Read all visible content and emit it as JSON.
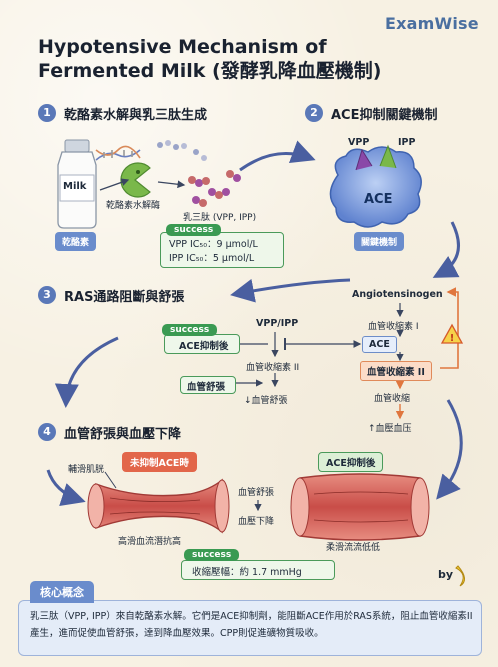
{
  "brand": "ExamWise",
  "title": "Hypotensive Mechanism of Fermented Milk (發酵乳降血壓機制)",
  "steps": [
    {
      "num": "1",
      "title": "乾酪素水解與乳三肽生成"
    },
    {
      "num": "2",
      "title": "ACE抑制關鍵機制"
    },
    {
      "num": "3",
      "title": "RAS通路阻斷與舒張"
    },
    {
      "num": "4",
      "title": "血管舒張與血壓下降"
    }
  ],
  "s1": {
    "milk": "Milk",
    "casein_tag": "乾酪素",
    "enzyme": "乾酪素水解酶",
    "peptide": "乳三肽 (VPP, IPP)",
    "success": "success",
    "vpp": "VPP IC₅₀：9 μmol/L",
    "ipp": "IPP IC₅₀：5 μmol/L"
  },
  "s2": {
    "vpp": "VPP",
    "ipp": "IPP",
    "ace": "ACE",
    "tag": "關鍵機制"
  },
  "s3": {
    "success": "success",
    "inhibit": "ACE抑制後",
    "vpp_ipp": "VPP/IPP",
    "angiotensin2_left": "血管收縮素 II",
    "vasodilation": "血管舒張",
    "bp_down": "↓血管舒張",
    "angiotensinogen": "Angiotensinogen",
    "angiotensin1": "血管收縮素 I",
    "ace": "ACE",
    "angiotensin2_right": "血管收縮素 II",
    "vasoconstriction": "血管收縮",
    "bp_up": "↑血壓血压"
  },
  "s4": {
    "before_tag": "未抑制ACE時",
    "after_tag": "ACE抑制後",
    "muscle": "輔滑肌胱",
    "mid1": "血管舒張",
    "mid2": "血壓下降",
    "left_caption": "高滑血流潛抗高",
    "right_caption": "柔滑流流低低",
    "success": "success",
    "result": "收縮壓幅：約 1.7 mmHg"
  },
  "core": {
    "tab": "核心概念",
    "text": "乳三肽（VPP, IPP）來自乾酪素水解。它們是ACE抑制劑，能阻斷ACE作用於RAS系統，阻止血管收縮素II產生，進而促使血管舒張，達到降血壓效果。CPP則促進礦物質吸收。"
  },
  "by": "by",
  "colors": {
    "accent": "#5a78b8",
    "success": "#3a9a52",
    "warning": "#e2664a",
    "ace": "#6f8fd6"
  }
}
